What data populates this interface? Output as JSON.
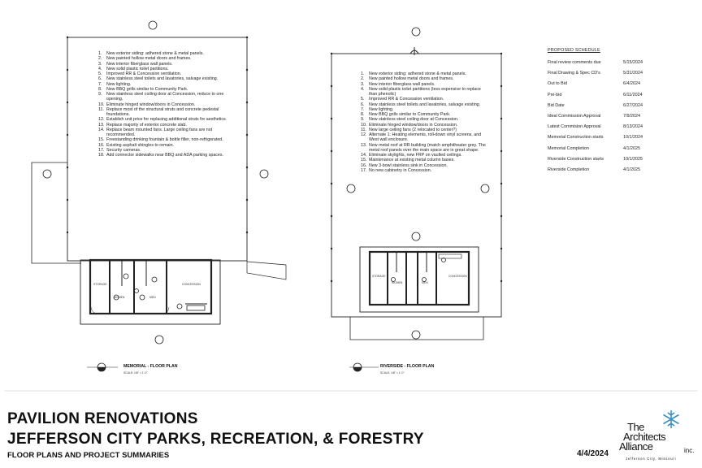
{
  "memorial": {
    "plan_title": "MEMORIAL - FLOOR PLAN",
    "scale_note": "SCALE: 1/8\" = 1'-0\"",
    "notes": [
      "New exterior siding: adhered stone & metal panels.",
      "New painted hollow metal doors and frames.",
      "New interior fiberglass wall panels.",
      "New solid plastic toilet partitions.",
      "Improved RR & Concession ventilation.",
      "New stainless steel toilets and lavatories, salvage existing.",
      "New lighting.",
      "New BBQ grills similar to Community Park.",
      "New stainless steel coiling door at Concession, reduce to one opening.",
      "Eliminate hinged window/doors in Concession.",
      "Replace most of the structural struts and concrete pedestal foundations.",
      "Establish unit price for replacing additional struts for aesthetics.",
      "Replace majority of exterior concrete slab.",
      "Replace beam mounted fans. Large ceiling fans are not recommended.",
      "Freestanding drinking fountain & bottle filler, non-refrigerated.",
      "Existing asphalt shingles to remain.",
      "Security cameras.",
      "Add connector sidewalks near BBQ and ADA parking spaces."
    ],
    "rooms": [
      "STORAGE",
      "WOMEN",
      "MEN",
      "CONCESSION"
    ]
  },
  "riverside": {
    "plan_title": "RIVERSIDE - FLOOR PLAN",
    "scale_note": "SCALE: 1/8\" = 1'-0\"",
    "notes": [
      "New exterior siding: adhered stone & metal panels.",
      "New painted hollow metal doors and frames.",
      "New interior fiberglass wall panels.",
      "New solid plastic toilet partitions (less expensive to replace than phenolic)",
      "Improved RR & Concession ventilation.",
      "New stainless steel toilets and lavatories, salvage existing.",
      "New lighting.",
      "New BBQ grills similar to Community Park.",
      "New stainless steel coiling door at Concession.",
      "Eliminate hinged window/doors in Concession.",
      "New large ceiling fans (2 relocated to center?)",
      "Alternate 1: Heating elements, roll-down vinyl screens, and West wall enclosure.",
      "New metal roof at RR building (match amphitheater grey. The metal roof panels over the main space are in great shape.",
      "Eliminate skylights, new FRP on vaulted ceilings.",
      "Maintenance at existing metal column bases.",
      "New 3-bowl stainless sink in Concession.",
      "No new cabinetry in Concession."
    ],
    "rooms": [
      "STORAGE",
      "WOMEN",
      "MEN",
      "CONCESSION"
    ]
  },
  "schedule": {
    "heading": "PROPOSED SCHEDULE",
    "rows": [
      {
        "label": "Final review comments due",
        "value": "5/15/2024"
      },
      {
        "label": "Final Drawing & Spec CD's",
        "value": "5/31/2024"
      },
      {
        "label": "Out to Bid",
        "value": "6/4/2024"
      },
      {
        "label": "Pre-bid",
        "value": "6/11/2024"
      },
      {
        "label": "Bid Date",
        "value": "6/27/2024"
      },
      {
        "label": "Ideal Commission Approval",
        "value": "7/9/2024"
      },
      {
        "label": "Latest Commision Approval",
        "value": "8/13/2024"
      },
      {
        "label": "Memorial Construction starts",
        "value": "10/1/2024"
      },
      {
        "label": "Memorial Completion",
        "value": "4/1/2025"
      },
      {
        "label": "Riverside Construction starts",
        "value": "10/1/2025"
      },
      {
        "label": "Riverside Completion",
        "value": "4/1/2025"
      }
    ]
  },
  "title_block": {
    "line1": "PAVILION RENOVATIONS",
    "line2": "JEFFERSON CITY PARKS, RECREATION, & FORESTRY",
    "line3": "FLOOR PLANS AND PROJECT SUMMARIES",
    "date": "4/4/2024"
  },
  "firm": {
    "line1": "The",
    "line2": "Architects",
    "line3": "Alliance",
    "suffix": "inc.",
    "city": "Jefferson City, Missouri"
  }
}
